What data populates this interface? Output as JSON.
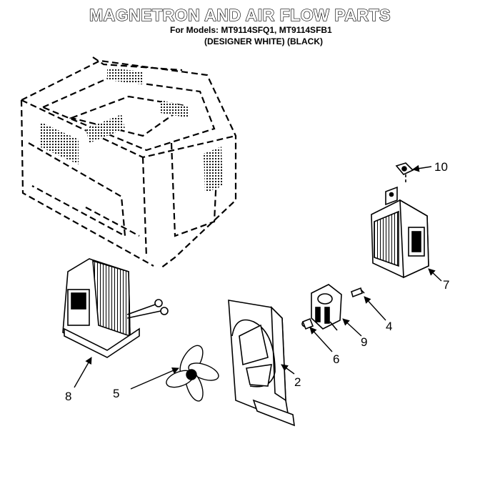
{
  "header": {
    "title": "MAGNETRON AND AIR FLOW PARTS",
    "models_line": "For Models: MT9114SFQ1, MT9114SFB1",
    "variants_line": "(DESIGNER WHITE)  (BLACK)"
  },
  "callouts": [
    {
      "id": "2",
      "label": "2"
    },
    {
      "id": "4",
      "label": "4"
    },
    {
      "id": "5",
      "label": "5"
    },
    {
      "id": "6",
      "label": "6"
    },
    {
      "id": "7",
      "label": "7"
    },
    {
      "id": "8",
      "label": "8"
    },
    {
      "id": "9",
      "label": "9"
    },
    {
      "id": "10",
      "label": "10"
    }
  ],
  "colors": {
    "ink": "#000000",
    "paper": "#ffffff"
  }
}
